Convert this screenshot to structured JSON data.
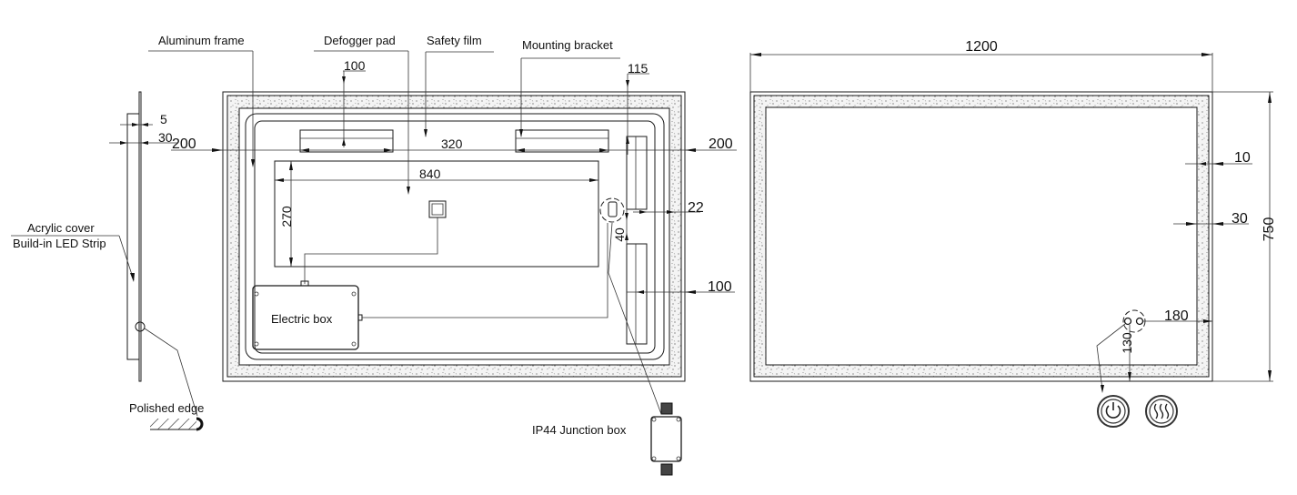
{
  "labels": {
    "aluminum_frame": "Aluminum frame",
    "defogger_pad": "Defogger pad",
    "safety_film": "Safety film",
    "mounting_bracket": "Mounting bracket",
    "acrylic_cover": "Acrylic cover",
    "led_strip": "Build-in LED Strip",
    "polished_edge": "Polished edge",
    "electric_box": "Electric box",
    "junction_box": "IP44 Junction box"
  },
  "side_view": {
    "dim_5": "5",
    "dim_30": "30"
  },
  "back_view": {
    "dim_100_top": "100",
    "dim_115": "115",
    "dim_200_left": "200",
    "dim_200_right": "200",
    "dim_320": "320",
    "dim_840": "840",
    "dim_270": "270",
    "dim_22": "22",
    "dim_40": "40",
    "dim_100_right": "100"
  },
  "front_view": {
    "dim_width": "1200",
    "dim_height": "750",
    "dim_10": "10",
    "dim_30": "30",
    "dim_180": "180",
    "dim_130": "130",
    "icons": [
      "power-icon",
      "heat-defog-icon"
    ]
  }
}
